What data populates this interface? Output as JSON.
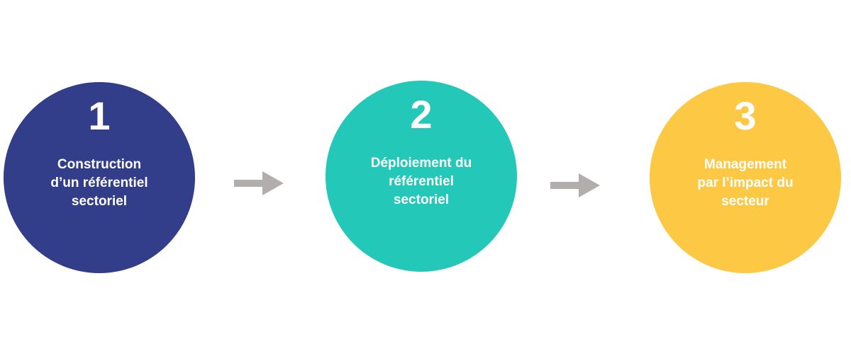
{
  "colors": {
    "step_1": "#333e8a",
    "step_2": "#23c8b9",
    "step_3": "#fdc843",
    "arrow": "#b3aeae"
  },
  "steps": [
    {
      "number": "1",
      "lines": [
        "Construction",
        "d’un référentiel",
        "sectoriel"
      ]
    },
    {
      "number": "2",
      "lines": [
        "Déploiement du",
        "référentiel",
        "sectoriel"
      ]
    },
    {
      "number": "3",
      "lines": [
        "Management",
        "par l’impact du",
        "secteur"
      ]
    }
  ]
}
